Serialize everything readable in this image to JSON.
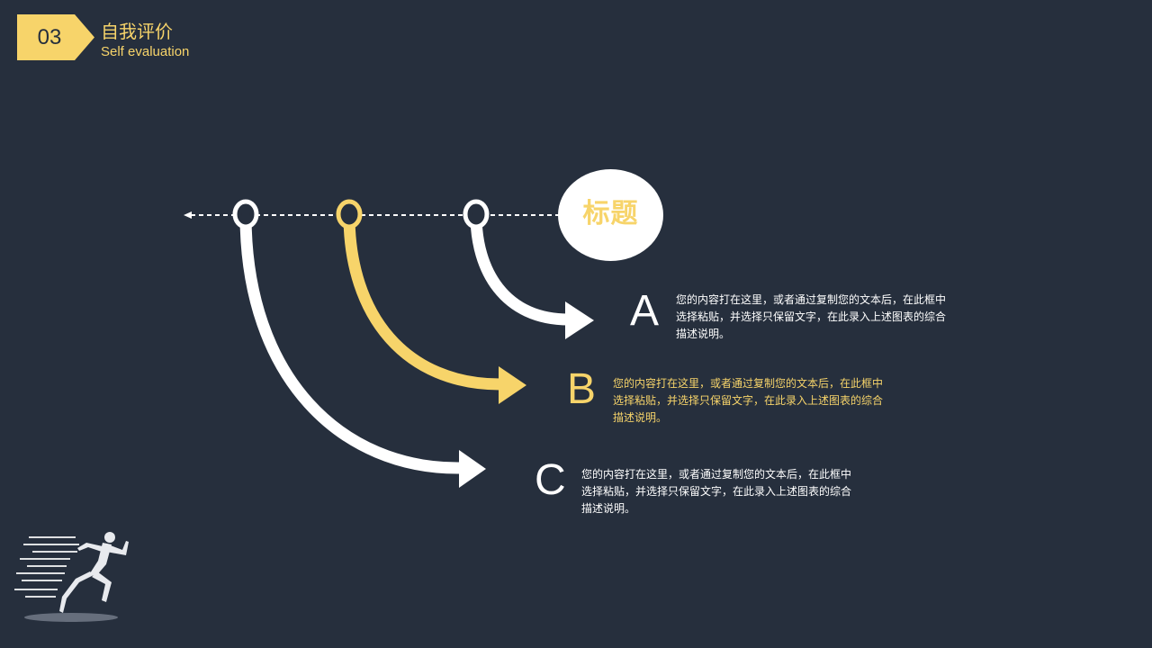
{
  "header": {
    "number": "03",
    "title": "自我评价",
    "subtitle": "Self evaluation"
  },
  "diagram": {
    "title": "标题",
    "items": [
      {
        "letter": "A",
        "color": "#ffffff",
        "text": "您的内容打在这里，或者通过复制您的文本后，在此框中选择粘贴，并选择只保留文字，在此录入上述图表的综合描述说明。"
      },
      {
        "letter": "B",
        "color": "#f7d46a",
        "text": "您的内容打在这里，或者通过复制您的文本后，在此框中选择粘贴，并选择只保留文字，在此录入上述图表的综合描述说明。"
      },
      {
        "letter": "C",
        "color": "#ffffff",
        "text": "您的内容打在这里，或者通过复制您的文本后，在此框中选择粘贴，并选择只保留文字，在此录入上述图表的综合描述说明。"
      }
    ]
  },
  "colors": {
    "background": "#262f3d",
    "accent": "#f7d46a",
    "white": "#ffffff"
  },
  "icons": [
    "arrow-left-icon",
    "runner-icon"
  ]
}
